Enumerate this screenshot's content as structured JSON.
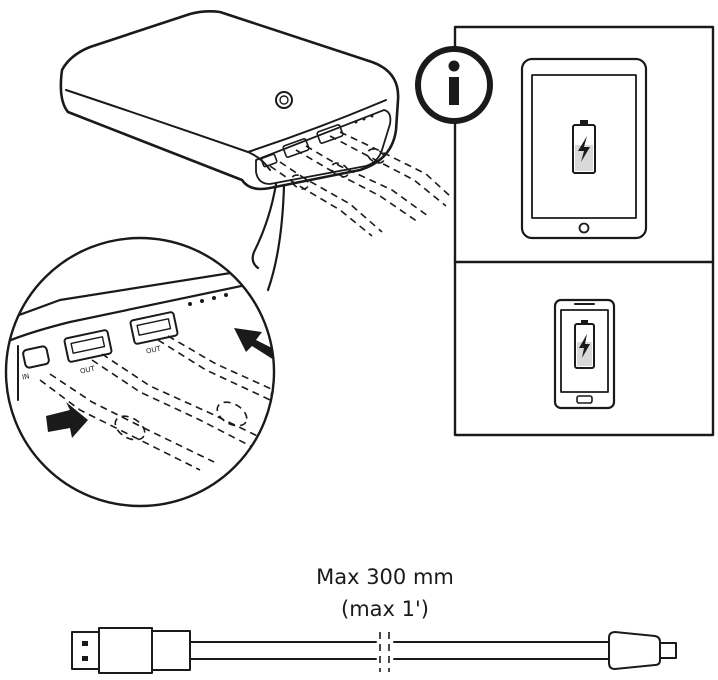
{
  "ports": {
    "in_label": "IN",
    "out_label_1": "OUT",
    "out_label_2": "OUT"
  },
  "info_panel": {
    "icon": "info-icon",
    "devices": [
      "tablet-charging-icon",
      "phone-charging-icon"
    ]
  },
  "cable": {
    "max_length": "Max 300 mm",
    "max_length_imperial": "(max 1')"
  },
  "colors": {
    "ink": "#1a1a1a",
    "highlight": "#d9d9d9",
    "background": "#ffffff"
  }
}
